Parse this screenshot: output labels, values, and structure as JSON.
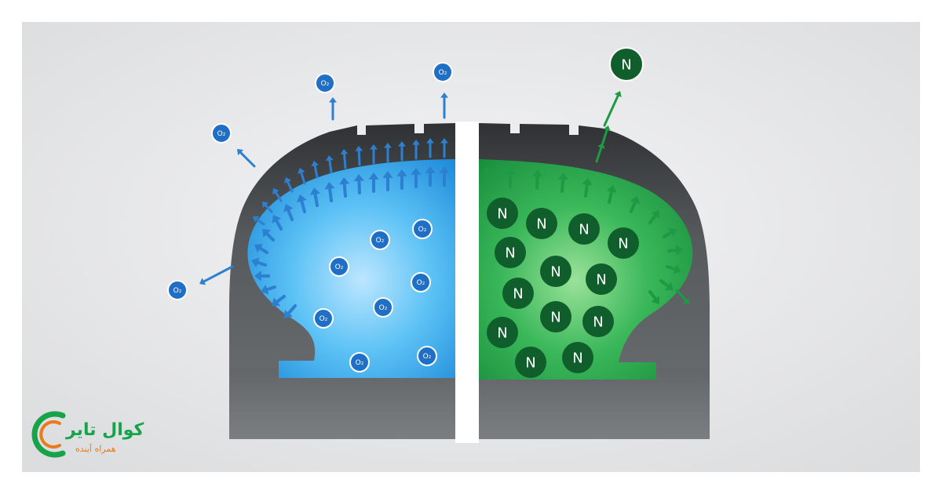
{
  "diagram": {
    "left_half": {
      "molecule_formula": "O₂",
      "fill_color": "#1d9fe5",
      "molecule_color": "#1f6fc6"
    },
    "right_half": {
      "molecule_symbol": "N",
      "fill_color": "#22a447",
      "molecule_color": "#0f5e2b"
    },
    "tire_color": "#555a5e",
    "background_color": "#e4e5e6"
  },
  "logo": {
    "brand_text": "کوال تایر",
    "tagline": "همراه آینده",
    "primary_color": "#16a34a",
    "accent_color": "#ea7a1a"
  }
}
